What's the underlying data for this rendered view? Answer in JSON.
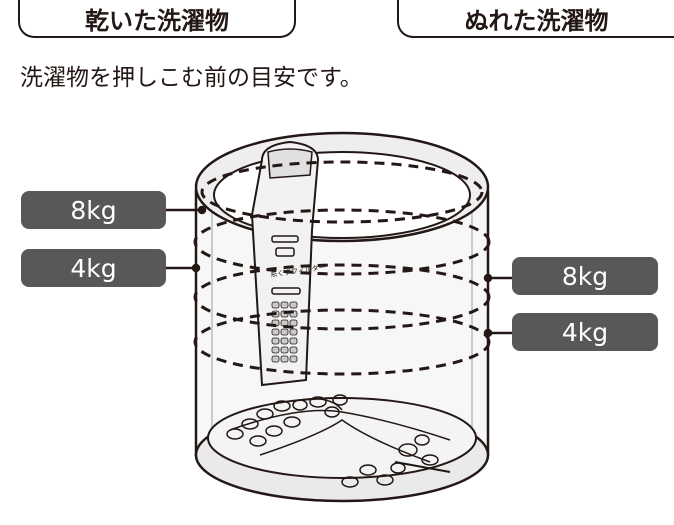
{
  "tabs": {
    "dry": "乾いた洗濯物",
    "wet": "ぬれた洗濯物"
  },
  "subtitle": "洗濯物を押しこむ前の目安です。",
  "left_labels": [
    "8kg",
    "4kg"
  ],
  "right_labels": [
    "8kg",
    "4kg"
  ],
  "filter_text": "糸くずフィルター",
  "colors": {
    "label_bg": "#595757",
    "line": "#231815"
  }
}
